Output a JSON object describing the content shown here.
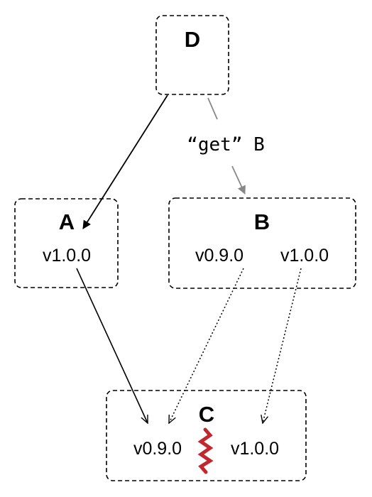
{
  "nodes": {
    "d": {
      "label": "D",
      "versions": []
    },
    "a": {
      "label": "A",
      "versions": [
        "v1.0.0"
      ]
    },
    "b": {
      "label": "B",
      "versions": [
        "v0.9.0",
        "v1.0.0"
      ]
    },
    "c": {
      "label": "C",
      "versions": [
        "v0.9.0",
        "v1.0.0"
      ]
    }
  },
  "edge_label": {
    "quoted": "“get”",
    "target": "B"
  },
  "colors": {
    "stroke": "#000000",
    "gray_edge": "#888888",
    "conflict": "#c1272d"
  },
  "icons": [
    "conflict-zigzag-icon"
  ]
}
